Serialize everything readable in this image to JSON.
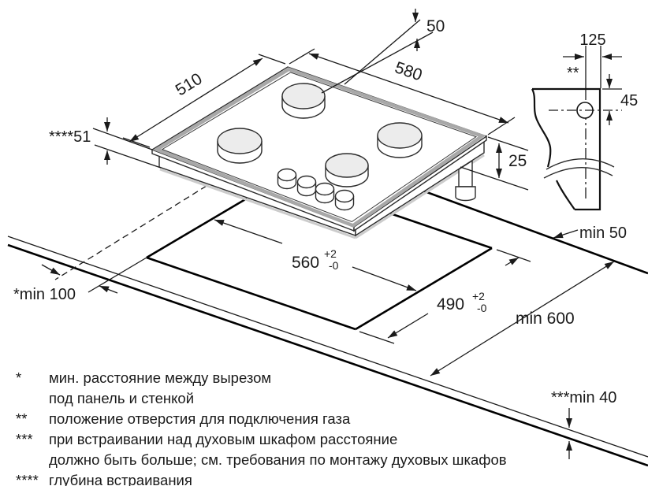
{
  "diagram": {
    "title": "hob-built-in-installation-drawing",
    "labels": {
      "rear_gap": "50",
      "hob_width": "580",
      "hob_depth": "510",
      "build_in_depth": "****51",
      "body_height_below": "25",
      "gas_hole_horizontal": "125",
      "gas_hole_marker": "**",
      "gas_hole_vertical": "45",
      "min_side_gap": "min 50",
      "cutout_width": "560",
      "cutout_width_tol_plus": "+2",
      "cutout_width_tol_minus": "-0",
      "cutout_depth": "490",
      "cutout_depth_tol_plus": "+2",
      "cutout_depth_tol_minus": "-0",
      "min_worktop_depth": "min 600",
      "min_wall_clearance": "*min 100",
      "min_thickness_gap": "***min 40"
    },
    "footnotes": [
      {
        "symbol": "*",
        "text": "мин. расстояние между вырезом"
      },
      {
        "symbol": "",
        "text": "под панель и стенкой"
      },
      {
        "symbol": "**",
        "text": "положение отверстия для подключения газа"
      },
      {
        "symbol": "***",
        "text": "при встраивании над духовым шкафом расстояние"
      },
      {
        "symbol": "",
        "text": "должно быть больше; см. требования по монтажу духовых шкафов"
      },
      {
        "symbol": "****",
        "text": "глубина встраивания"
      }
    ]
  }
}
